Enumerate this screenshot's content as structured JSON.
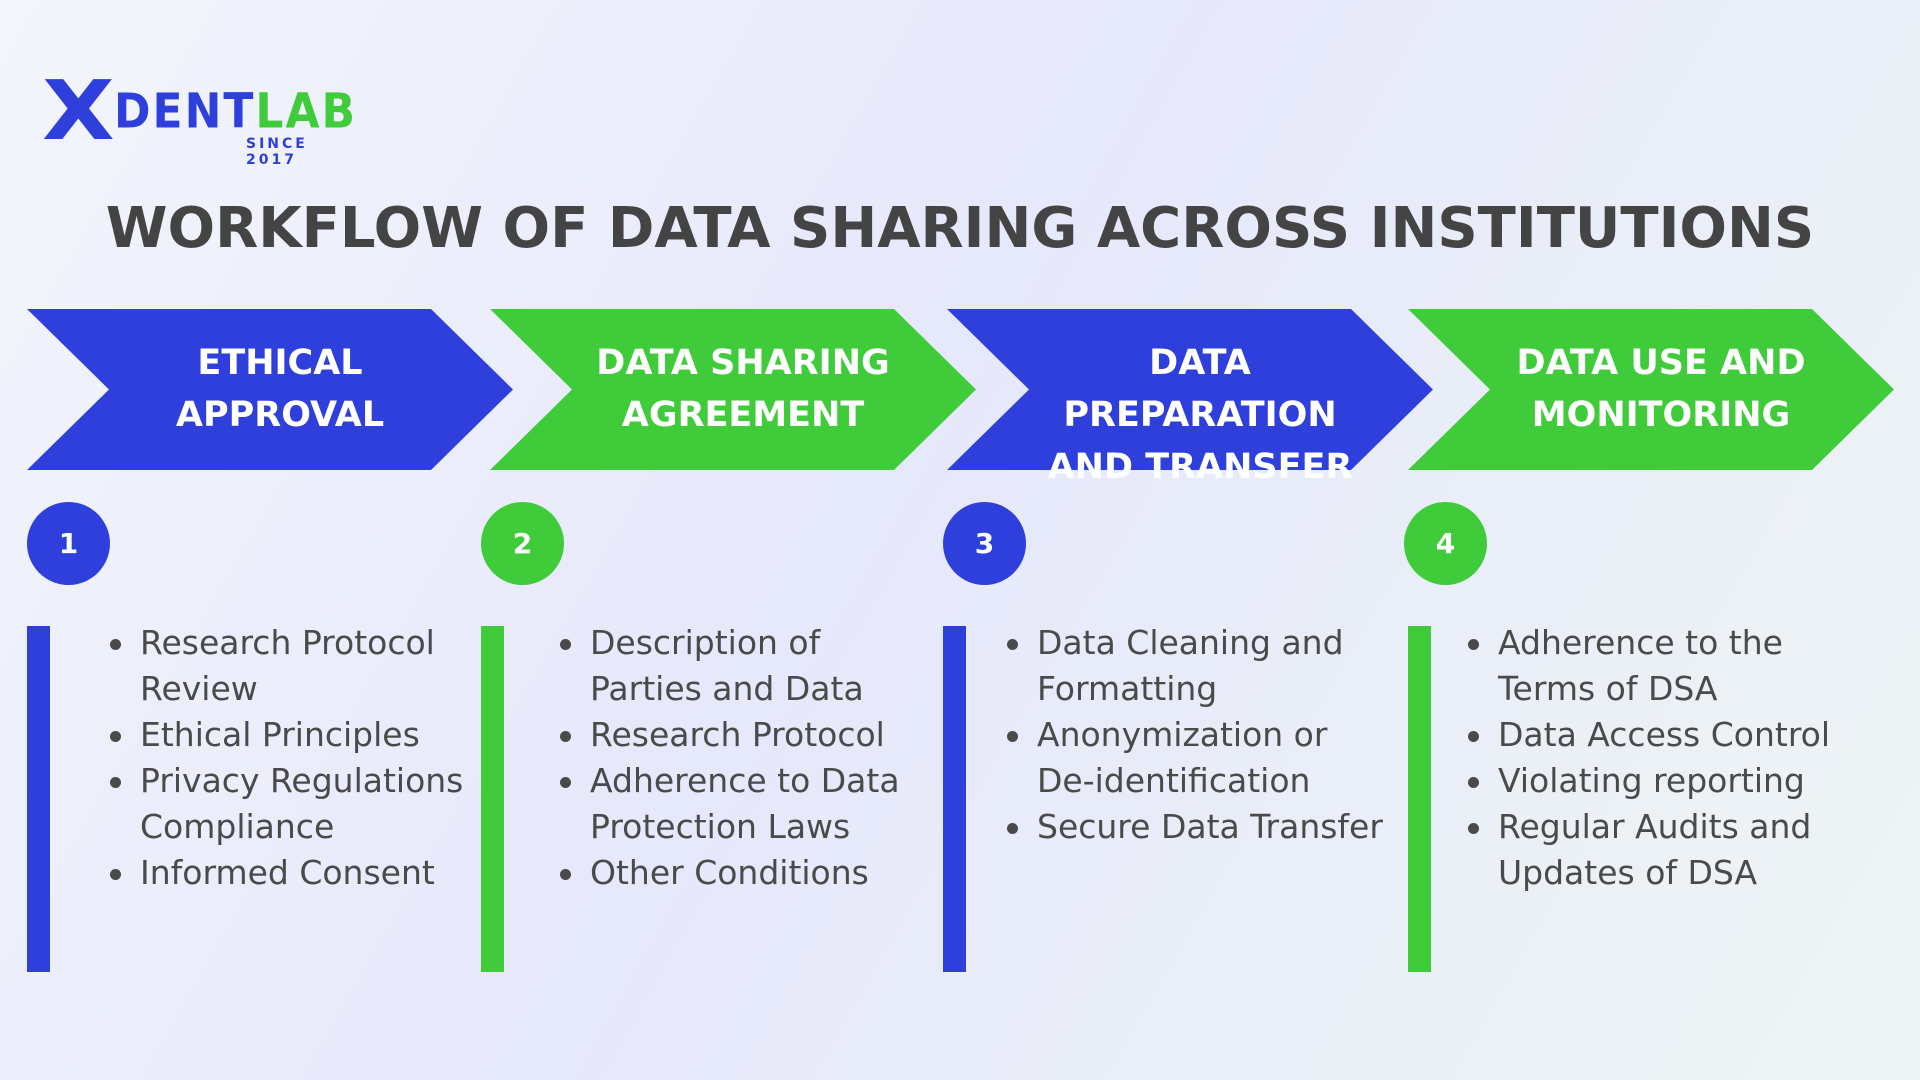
{
  "logo": {
    "x": "X",
    "dent": "DENT",
    "lab": "LAB",
    "since": "SINCE 2017"
  },
  "title": "WORKFLOW OF DATA SHARING ACROSS INSTITUTIONS",
  "colors": {
    "blue": "#2E3FDB",
    "green": "#3FCB3A"
  },
  "steps": [
    {
      "number": "1",
      "color": "blue",
      "line1": "ETHICAL",
      "line2": "APPROVAL",
      "items": [
        "Research Protocol Review",
        "Ethical Principles",
        "Privacy Regulations Compliance",
        "Informed Consent"
      ]
    },
    {
      "number": "2",
      "color": "green",
      "line1": "DATA SHARING",
      "line2": "AGREEMENT",
      "items": [
        "Description of Parties and Data",
        "Research Protocol",
        "Adherence to Data Protection Laws",
        "Other Conditions"
      ]
    },
    {
      "number": "3",
      "color": "blue",
      "line1": "DATA PREPARATION",
      "line2": "AND TRANSFER",
      "items": [
        "Data Cleaning and Formatting",
        "Anonymization or De-identification",
        "Secure Data Transfer"
      ]
    },
    {
      "number": "4",
      "color": "green",
      "line1": "DATA USE AND",
      "line2": "MONITORING",
      "items": [
        "Adherence to the Terms of DSA",
        "Data Access Control",
        "Violating reporting",
        "Regular Audits and Updates of DSA"
      ]
    }
  ]
}
